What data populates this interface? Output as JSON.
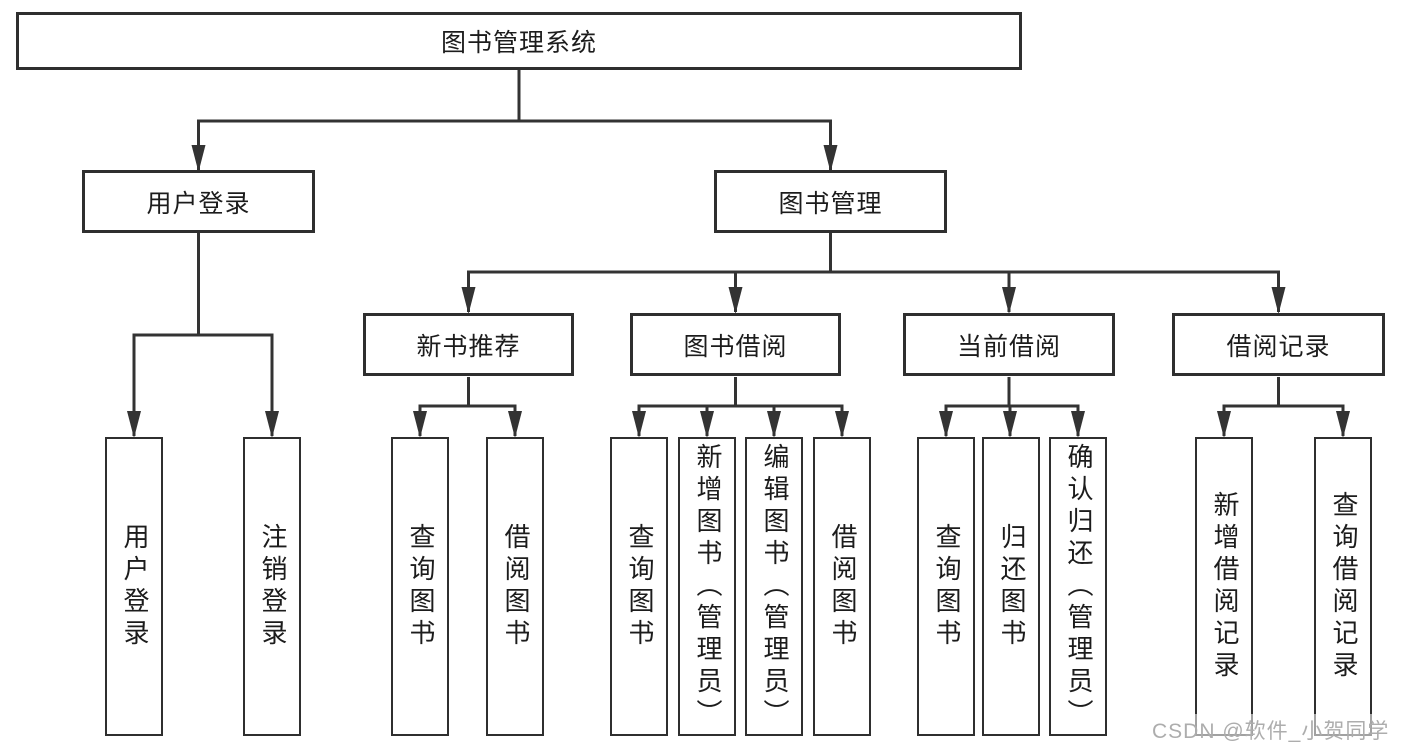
{
  "diagram": {
    "root": {
      "label": "图书管理系统"
    },
    "branches": [
      {
        "label": "用户登录",
        "children": [
          {
            "label": "用户登录"
          },
          {
            "label": "注销登录"
          }
        ]
      },
      {
        "label": "图书管理",
        "children": [
          {
            "label": "新书推荐",
            "children": [
              {
                "label": "查询图书"
              },
              {
                "label": "借阅图书"
              }
            ]
          },
          {
            "label": "图书借阅",
            "children": [
              {
                "label": "查询图书"
              },
              {
                "label": "新增图书（管理员）"
              },
              {
                "label": "编辑图书（管理员）"
              },
              {
                "label": "借阅图书"
              }
            ]
          },
          {
            "label": "当前借阅",
            "children": [
              {
                "label": "查询图书"
              },
              {
                "label": "归还图书"
              },
              {
                "label": "确认归还（管理员）"
              }
            ]
          },
          {
            "label": "借阅记录",
            "children": [
              {
                "label": "新增借阅记录"
              },
              {
                "label": "查询借阅记录"
              }
            ]
          }
        ]
      }
    ]
  },
  "watermark": {
    "text": "CSDN @软件_小贺同学"
  },
  "colors": {
    "line": "#333333",
    "border": "#2f2f2f",
    "text": "#1c1c1c",
    "background": "#ffffff",
    "watermark": "#adadad"
  }
}
